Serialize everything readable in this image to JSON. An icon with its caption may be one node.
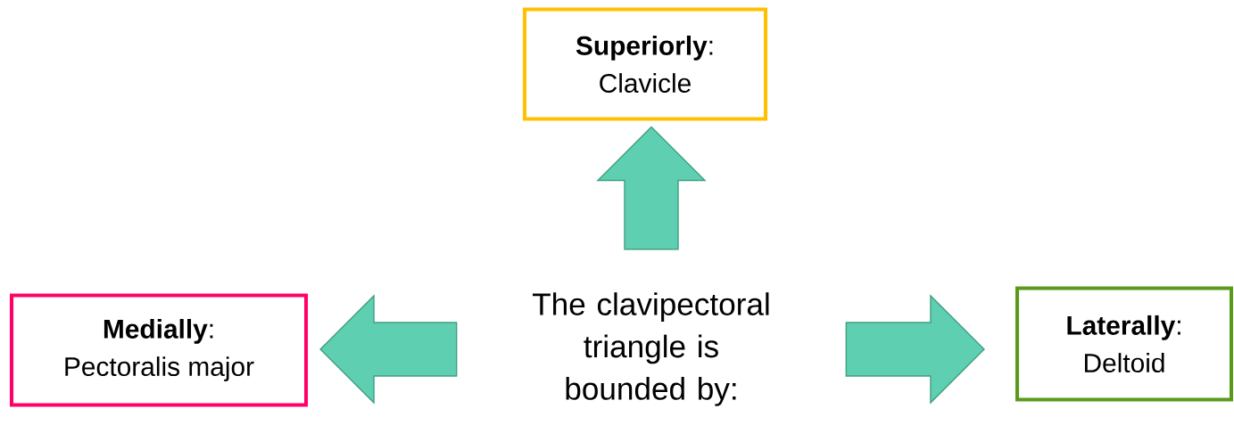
{
  "diagram": {
    "nodes": [
      {
        "text": [
          "The clavipectoral triangle is bounded by:"
        ]
      },
      {
        "text": [
          "**Superiorly**:",
          "Clavicle"
        ]
      },
      {
        "text": [
          "**Medially**:",
          "Pectoralis major"
        ]
      },
      {
        "text": [
          "**Laterally**:",
          "Deltoid"
        ]
      }
    ],
    "edges": [
      {
        "from": 0,
        "to": 1,
        "arrow": "to"
      },
      {
        "from": 0,
        "to": 2,
        "arrow": "to"
      },
      {
        "from": 0,
        "to": 3,
        "arrow": "to"
      }
    ]
  }
}
